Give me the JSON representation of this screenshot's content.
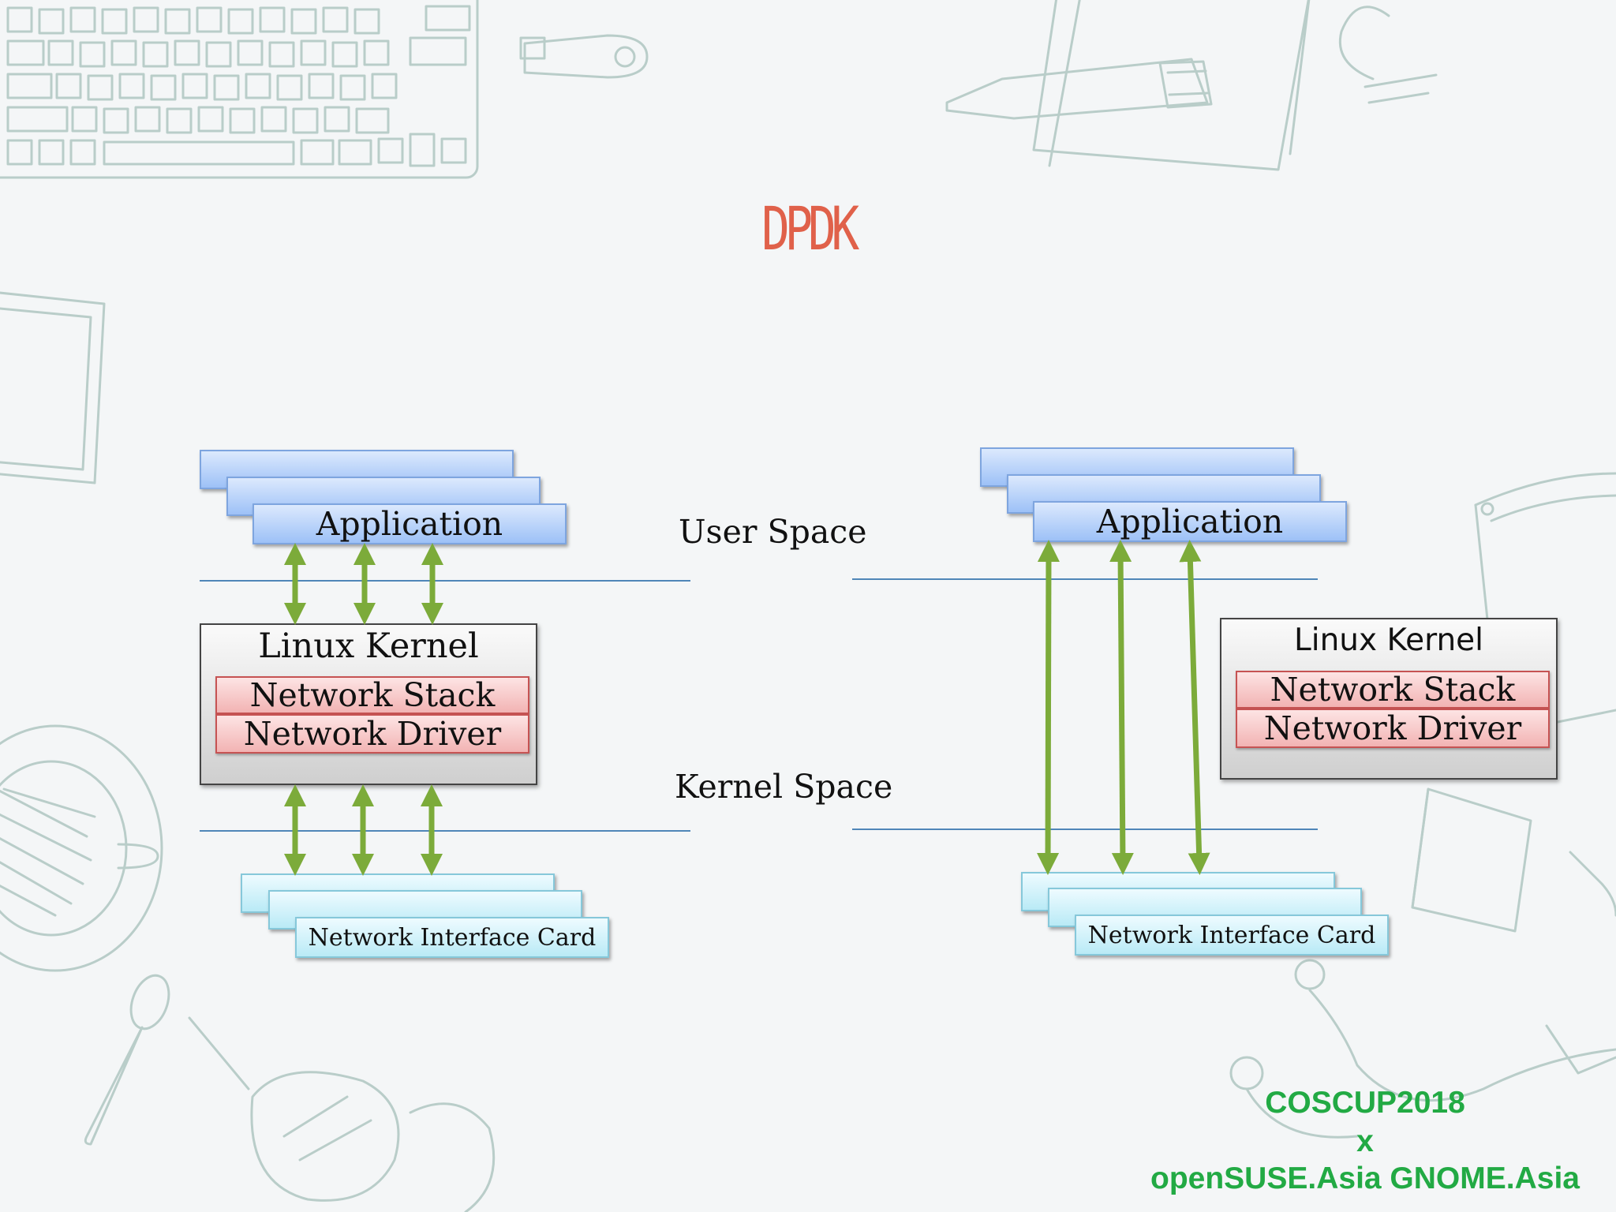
{
  "title": "DPDK",
  "labels": {
    "user_space": "User Space",
    "kernel_space": "Kernel Space"
  },
  "left": {
    "application": "Application",
    "kernel": "Linux Kernel",
    "network_stack": "Network Stack",
    "network_driver": "Network Driver",
    "nic": "Network Interface Card"
  },
  "right": {
    "application": "Application",
    "kernel": "Linux Kernel",
    "network_stack": "Network Stack",
    "network_driver": "Network Driver",
    "nic": "Network Interface Card"
  },
  "footer": {
    "line1": "COSCUP2018",
    "line2": "x",
    "line3": "openSUSE.Asia GNOME.Asia"
  },
  "colors": {
    "title": "#e0614a",
    "arrow": "#7cab3a",
    "separator": "#4f86b8",
    "footer": "#22aa44"
  }
}
